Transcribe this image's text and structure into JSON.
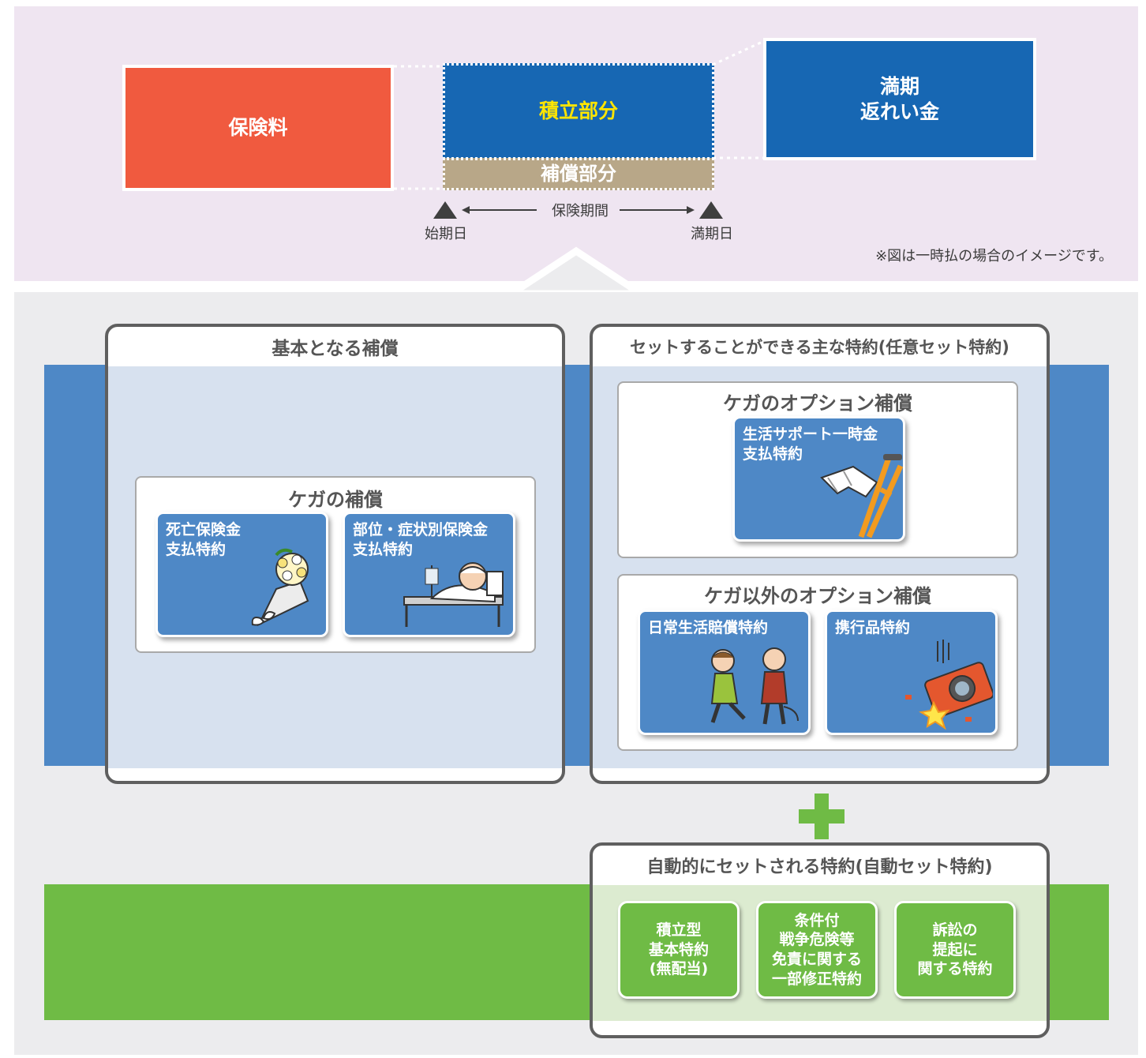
{
  "top": {
    "premium": "保険料",
    "reserve_part": "積立部分",
    "compensation_part": "補償部分",
    "maturity_refund": [
      "満期",
      "返れい金"
    ],
    "insurance_period": "保険期間",
    "start_date": "始期日",
    "maturity_date": "満期日",
    "note": "※図は一時払の場合のイメージです。"
  },
  "basic": {
    "title": "基本となる補償",
    "injury_title": "ケガの補償",
    "cards": [
      {
        "lines": [
          "死亡保険金",
          "支払特約"
        ],
        "icon": "bouquet-icon"
      },
      {
        "lines": [
          "部位・症状別保険金",
          "支払特約"
        ],
        "icon": "hospital-bed-icon"
      }
    ]
  },
  "optional": {
    "title": "セットすることができる主な特約(任意セット特約)",
    "injury_option_title": "ケガのオプション補償",
    "injury_option_card": {
      "lines": [
        "生活サポート一時金",
        "支払特約"
      ],
      "icon": "cast-crutch-icon"
    },
    "other_option_title": "ケガ以外のオプション補償",
    "other_cards": [
      {
        "lines": [
          "日常生活賠償特約"
        ],
        "icon": "tripping-accident-icon"
      },
      {
        "lines": [
          "携行品特約"
        ],
        "icon": "broken-camera-icon"
      }
    ]
  },
  "auto": {
    "title": "自動的にセットされる特約(自動セット特約)",
    "cards": [
      [
        "積立型",
        "基本特約",
        "(無配当)"
      ],
      [
        "条件付",
        "戦争危険等",
        "免責に関する",
        "一部修正特約"
      ],
      [
        "訴訟の",
        "提起に",
        "関する特約"
      ]
    ]
  },
  "colors": {
    "premium": "#f05a3f",
    "blue": "#1767b3",
    "reserve_text": "#ffe500",
    "compensation": "#b8a788",
    "card_blue": "#4e88c6",
    "green": "#6fbb45",
    "top_background": "#efe5f1"
  }
}
